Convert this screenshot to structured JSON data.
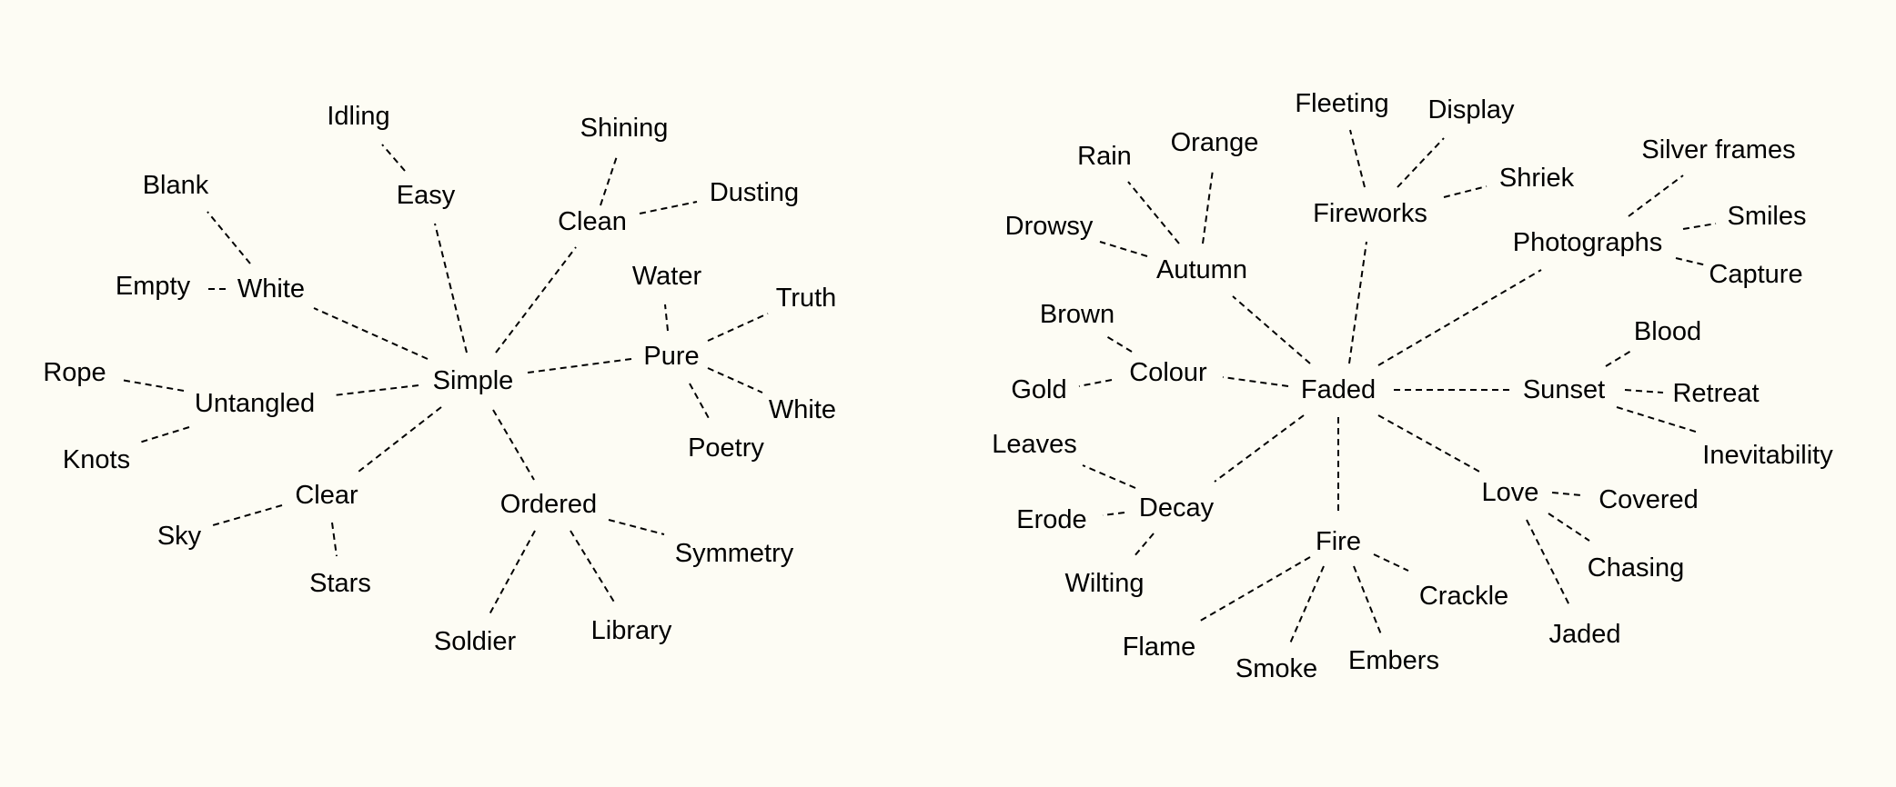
{
  "maps": [
    {
      "center": "Simple",
      "branches": [
        {
          "label": "Easy",
          "leaves": [
            "Idling"
          ]
        },
        {
          "label": "Clean",
          "leaves": [
            "Shining",
            "Dusting"
          ]
        },
        {
          "label": "White",
          "leaves": [
            "Blank",
            "Empty"
          ]
        },
        {
          "label": "Pure",
          "leaves": [
            "Water",
            "Truth",
            "White",
            "Poetry"
          ]
        },
        {
          "label": "Untangled",
          "leaves": [
            "Rope",
            "Knots"
          ]
        },
        {
          "label": "Clear",
          "leaves": [
            "Sky",
            "Stars"
          ]
        },
        {
          "label": "Ordered",
          "leaves": [
            "Symmetry",
            "Soldier",
            "Library"
          ]
        }
      ]
    },
    {
      "center": "Faded",
      "branches": [
        {
          "label": "Autumn",
          "leaves": [
            "Rain",
            "Orange",
            "Drowsy"
          ]
        },
        {
          "label": "Fireworks",
          "leaves": [
            "Fleeting",
            "Display",
            "Shriek"
          ]
        },
        {
          "label": "Photographs",
          "leaves": [
            "Silver frames",
            "Smiles",
            "Capture"
          ]
        },
        {
          "label": "Colour",
          "leaves": [
            "Brown",
            "Gold"
          ]
        },
        {
          "label": "Sunset",
          "leaves": [
            "Blood",
            "Retreat",
            "Inevitability"
          ]
        },
        {
          "label": "Decay",
          "leaves": [
            "Leaves",
            "Erode",
            "Wilting"
          ]
        },
        {
          "label": "Love",
          "leaves": [
            "Covered",
            "Chasing",
            "Jaded"
          ]
        },
        {
          "label": "Fire",
          "leaves": [
            "Crackle",
            "Flame",
            "Smoke",
            "Embers"
          ]
        }
      ]
    }
  ]
}
